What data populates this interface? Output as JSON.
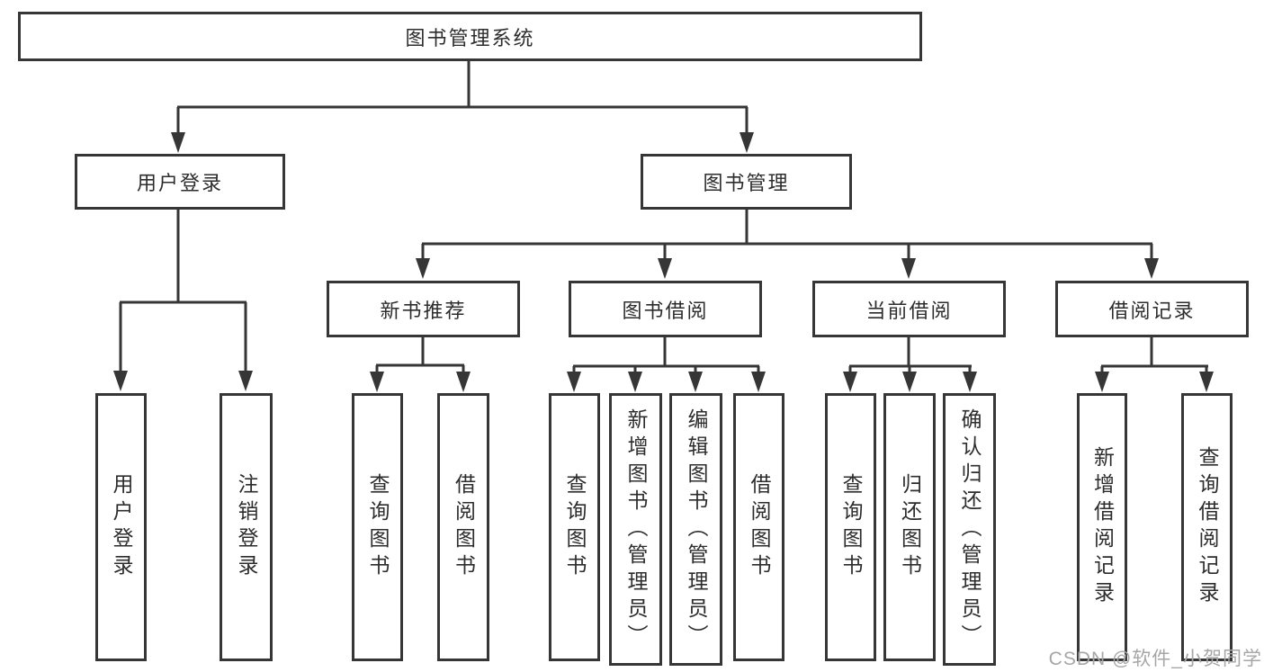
{
  "diagram": {
    "type": "tree",
    "root": {
      "label": "图书管理系统",
      "children": [
        {
          "label": "用户登录",
          "children": [
            {
              "label": "用户登录"
            },
            {
              "label": "注销登录"
            }
          ]
        },
        {
          "label": "图书管理",
          "children": [
            {
              "label": "新书推荐",
              "children": [
                {
                  "label": "查询图书"
                },
                {
                  "label": "借阅图书"
                }
              ]
            },
            {
              "label": "图书借阅",
              "children": [
                {
                  "label": "查询图书"
                },
                {
                  "label": "新增图书（管理员）"
                },
                {
                  "label": "编辑图书（管理员）"
                },
                {
                  "label": "借阅图书"
                }
              ]
            },
            {
              "label": "当前借阅",
              "children": [
                {
                  "label": "查询图书"
                },
                {
                  "label": "归还图书"
                },
                {
                  "label": "确认归还（管理员）"
                }
              ]
            },
            {
              "label": "借阅记录",
              "children": [
                {
                  "label": "新增借阅记录"
                },
                {
                  "label": "查询借阅记录"
                }
              ]
            }
          ]
        }
      ]
    }
  },
  "watermark": "CSDN @软件_小贺同学",
  "colors": {
    "line": "#363636",
    "text": "#2d2d2d",
    "watermark": "#a6a6a6",
    "background": "#ffffff"
  }
}
